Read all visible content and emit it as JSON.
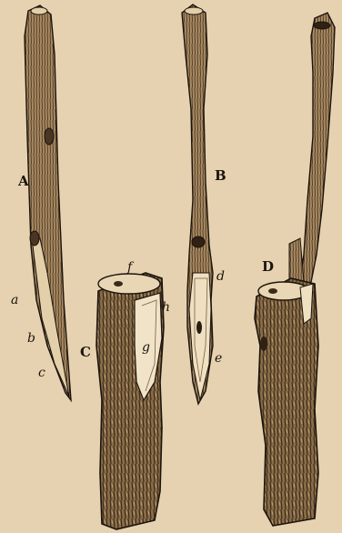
{
  "labels": {
    "A": "A",
    "B": "B",
    "C": "C",
    "D": "D",
    "a": "a",
    "b": "b",
    "c": "c",
    "d": "d",
    "e": "e",
    "f": "f",
    "g": "g",
    "h": "h"
  },
  "colors": {
    "paper": "#e6d2b0",
    "ink": "#1b140e",
    "wood_light": "#d9c19a",
    "wood_dark": "#6e5638"
  }
}
